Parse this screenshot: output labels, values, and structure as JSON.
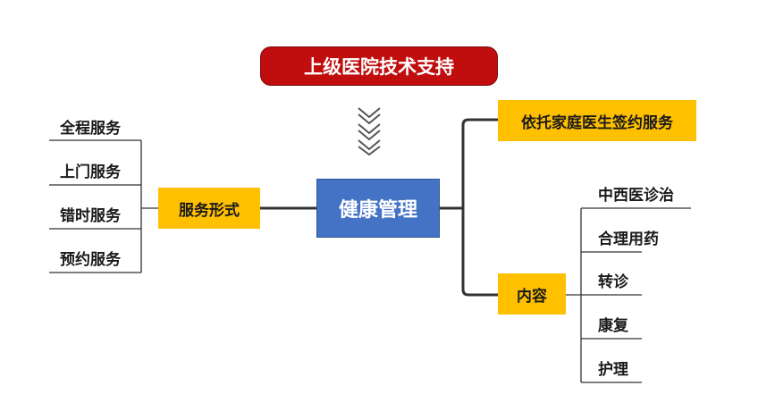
{
  "diagram": {
    "top_banner": "上级医院技术支持",
    "center": "健康管理",
    "form_node": {
      "label": "服务形式",
      "items": [
        "全程服务",
        "上门服务",
        "错时服务",
        "预约服务"
      ]
    },
    "sign_node": "依托家庭医生签约服务",
    "content_node": {
      "label": "内容",
      "items": [
        "中西医诊治",
        "合理用药",
        "转诊",
        "康复",
        "护理"
      ]
    }
  },
  "colors": {
    "banner_red": "#c00d0d",
    "center_blue": "#4472c4",
    "amber": "#ffc000",
    "line": "#333333",
    "arrow": "#555555"
  },
  "icons": {
    "down_arrows": "triple-chevron-down-icon"
  }
}
